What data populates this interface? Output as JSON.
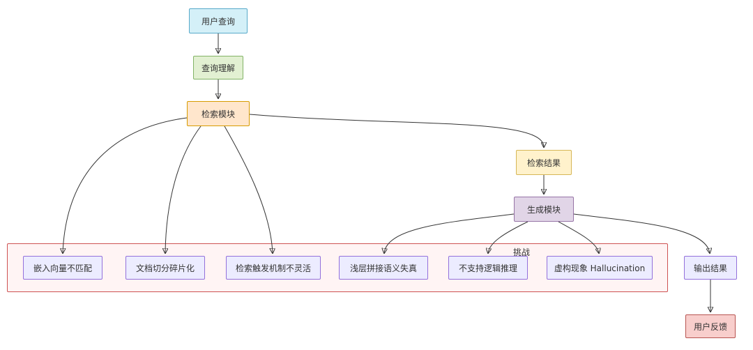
{
  "diagram": {
    "type": "flowchart",
    "subgraph_label": "挑战",
    "nodes": {
      "user_query": "用户查询",
      "query_understanding": "查询理解",
      "retrieval_module": "检索模块",
      "retrieval_results": "检索结果",
      "generation_module": "生成模块",
      "embedding_mismatch": "嵌入向量不匹配",
      "chunk_fragmentation": "文档切分碎片化",
      "trigger_inflexible": "检索触发机制不灵活",
      "shallow_concat": "浅层拼接语义失真",
      "no_logic": "不支持逻辑推理",
      "hallucination": "虚构现象 Hallucination",
      "output_results": "输出结果",
      "user_feedback": "用户反馈"
    },
    "edges": [
      {
        "from": "用户查询",
        "to": "查询理解"
      },
      {
        "from": "查询理解",
        "to": "检索模块"
      },
      {
        "from": "检索模块",
        "to": "嵌入向量不匹配"
      },
      {
        "from": "检索模块",
        "to": "文档切分碎片化"
      },
      {
        "from": "检索模块",
        "to": "检索触发机制不灵活"
      },
      {
        "from": "检索模块",
        "to": "检索结果"
      },
      {
        "from": "检索结果",
        "to": "生成模块"
      },
      {
        "from": "生成模块",
        "to": "浅层拼接语义失真"
      },
      {
        "from": "生成模块",
        "to": "不支持逻辑推理"
      },
      {
        "from": "生成模块",
        "to": "虚构现象 Hallucination"
      },
      {
        "from": "生成模块",
        "to": "输出结果"
      },
      {
        "from": "输出结果",
        "to": "用户反馈"
      }
    ],
    "colors": {
      "user_query": {
        "fill": "#D4F0F8",
        "stroke": "#57A9C9"
      },
      "query_understanding": {
        "fill": "#E2F0D2",
        "stroke": "#82B366"
      },
      "retrieval_module": {
        "fill": "#FFE6CC",
        "stroke": "#D79B00"
      },
      "retrieval_results": {
        "fill": "#FFF2CC",
        "stroke": "#D6B656"
      },
      "generation_module": {
        "fill": "#E1D5E7",
        "stroke": "#9673A6"
      },
      "challenge_node": {
        "fill": "#ECECFF",
        "stroke": "#9370DB"
      },
      "output_results": {
        "fill": "#ECECFF",
        "stroke": "#9370DB"
      },
      "user_feedback": {
        "fill": "#F8CECC",
        "stroke": "#B85450"
      },
      "challenges_container": {
        "fill": "#FFF4F4",
        "stroke": "#CE5151"
      },
      "edge": "#333333",
      "text": "#333333"
    }
  }
}
